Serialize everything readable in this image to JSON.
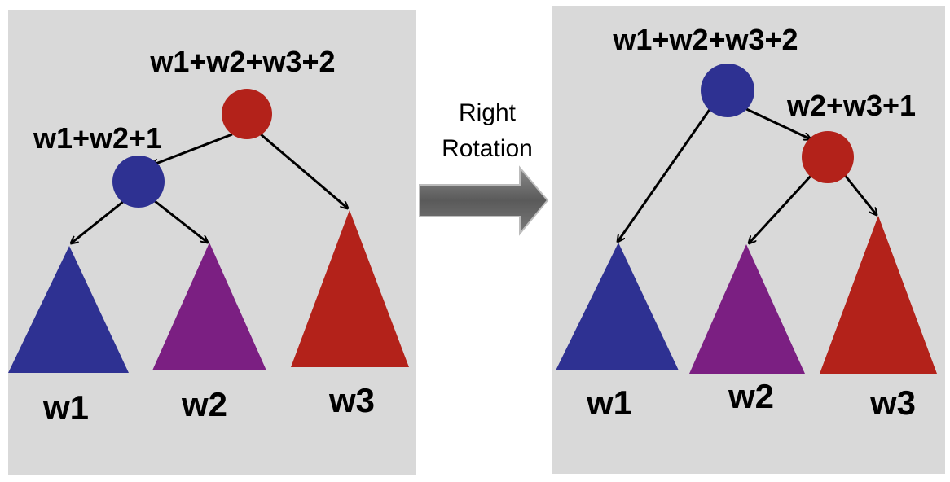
{
  "left_panel": {
    "root_label": "w1+w2+w3+2",
    "left_child_label": "w1+w2+1",
    "subtrees": [
      "w1",
      "w2",
      "w3"
    ]
  },
  "arrow": {
    "label_line1": "Right",
    "label_line2": "Rotation"
  },
  "right_panel": {
    "root_label": "w1+w2+w3+2",
    "right_child_label": "w2+w3+1",
    "subtrees": [
      "w1",
      "w2",
      "w3"
    ]
  },
  "colors": {
    "panel_bg": "#d9d9d9",
    "blue": "#2e3192",
    "purple": "#7b1f82",
    "red": "#b3221a",
    "arrow_gray": "#666666"
  }
}
